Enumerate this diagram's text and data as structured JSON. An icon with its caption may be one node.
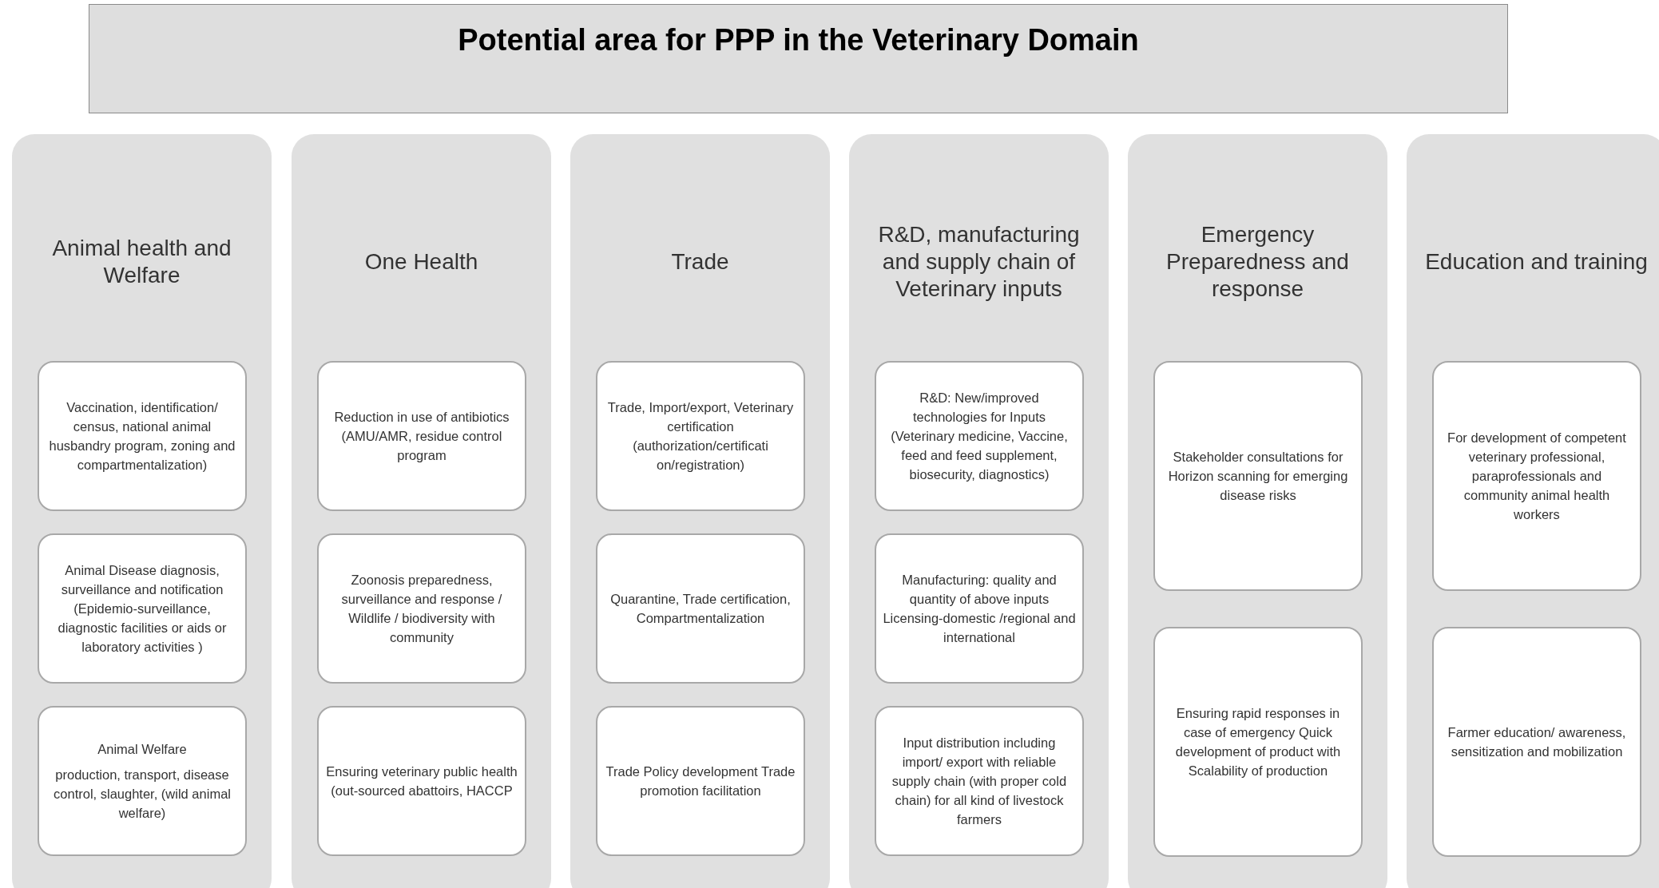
{
  "diagram": {
    "title": "Potential area for PPP in the Veterinary Domain",
    "nodes": [
      {
        "text": [
          "Animal health and Welfare"
        ]
      },
      {
        "text": [
          "Vaccination, identification/ census, national animal husbandry program, zoning and compartmentalization)"
        ],
        "in": 0
      },
      {
        "text": [
          "Animal Disease diagnosis, surveillance and notification (Epidemio-surveillance, diagnostic facilities or aids or laboratory activities )"
        ],
        "in": 0
      },
      {
        "text": [
          "Animal Welfare",
          "production, transport, disease control, slaughter, (wild animal welfare)"
        ],
        "in": 0
      },
      {
        "text": [
          "One Health"
        ]
      },
      {
        "text": [
          "Reduction in use of antibiotics (AMU/AMR, residue control program"
        ],
        "in": 4
      },
      {
        "text": [
          "Zoonosis  preparedness, surveillance and response / Wildlife / biodiversity with community"
        ],
        "in": 4
      },
      {
        "text": [
          "Ensuring veterinary public health (out-sourced abattoirs, HACCP"
        ],
        "in": 4
      },
      {
        "text": [
          "Trade"
        ]
      },
      {
        "text": [
          "Trade, Import/export, Veterinary certification (authorization/certificati on/registration)"
        ],
        "in": 8
      },
      {
        "text": [
          "Quarantine, Trade certification, Compartmentalization"
        ],
        "in": 8
      },
      {
        "text": [
          "Trade Policy development Trade promotion facilitation"
        ],
        "in": 8
      },
      {
        "text": [
          "R&D, manufacturing and supply chain of Veterinary inputs"
        ]
      },
      {
        "text": [
          "R&D: New/improved technologies for Inputs (Veterinary medicine, Vaccine, feed and feed supplement, biosecurity, diagnostics)"
        ],
        "in": 12
      },
      {
        "text": [
          "Manufacturing: quality and quantity of above inputs Licensing-domestic /regional and international"
        ],
        "in": 12
      },
      {
        "text": [
          "Input distribution including import/ export with reliable supply chain (with proper cold chain) for all kind of livestock farmers"
        ],
        "in": 12
      },
      {
        "text": [
          "Emergency Preparedness and response"
        ]
      },
      {
        "text": [
          "Stakeholder consultations for Horizon scanning for emerging disease risks"
        ],
        "in": 16
      },
      {
        "text": [
          "Ensuring rapid responses in case of emergency Quick development of product with Scalability of production"
        ],
        "in": 16
      },
      {
        "text": [
          "Education and training"
        ]
      },
      {
        "text": [
          "For development of competent veterinary professional, paraprofessionals and community animal health workers"
        ],
        "in": 19
      },
      {
        "text": [
          "Farmer education/ awareness, sensitization and mobilization"
        ],
        "in": 19
      }
    ]
  }
}
